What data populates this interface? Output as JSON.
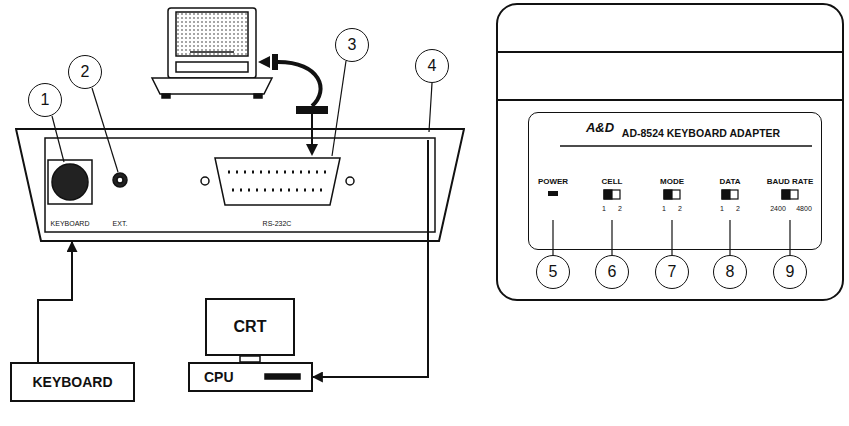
{
  "diagram": {
    "nodes": [
      {
        "text": [
          "KEYBOARD",
          "EXT.",
          "RS-232C"
        ]
      },
      {
        "text": [
          "KEYBOARD"
        ]
      },
      {
        "text": [
          "CRT"
        ]
      },
      {
        "text": [
          "CPU"
        ]
      },
      {
        "text": [
          "AD-8524 KEYBOARD ADAPTER"
        ]
      },
      {
        "text": [
          "1"
        ]
      },
      {
        "text": [
          "2"
        ]
      },
      {
        "text": [
          "3"
        ]
      },
      {
        "text": [
          "4"
        ]
      },
      {
        "text": [
          "5"
        ]
      },
      {
        "text": [
          "6"
        ]
      },
      {
        "text": [
          "7"
        ]
      },
      {
        "text": [
          "8"
        ]
      },
      {
        "text": [
          "9"
        ]
      }
    ],
    "edges": [
      {
        "from": 1,
        "to": 0,
        "arrow": "to"
      },
      {
        "from": 0,
        "to": 3,
        "arrow": "to"
      }
    ],
    "labels": [
      "A&D",
      "POWER",
      "CELL",
      "1",
      "2",
      "MODE",
      "1",
      "2",
      "DATA",
      "1",
      "2",
      "BAUD RATE",
      "2400",
      "4800"
    ]
  }
}
